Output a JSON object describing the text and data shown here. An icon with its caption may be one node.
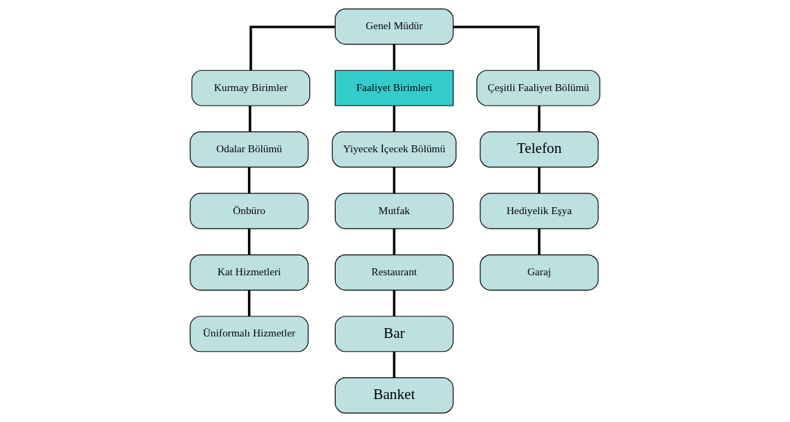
{
  "diagram": {
    "nodes": [
      {
        "text": [
          "Genel Müdür"
        ]
      },
      {
        "text": [
          "Kurmay Birimler"
        ]
      },
      {
        "text": [
          "Faaliyet Birimleri"
        ]
      },
      {
        "text": [
          "Odalar Bölümü"
        ]
      },
      {
        "text": [
          "Çeşitli Faaliyet Bölümü"
        ]
      },
      {
        "text": [
          "Yiyecek İçecek Bölümü"
        ]
      },
      {
        "text": [
          "Önbüro"
        ]
      },
      {
        "text": [
          "Telefon"
        ]
      },
      {
        "text": [
          "Mutfak"
        ]
      },
      {
        "text": [
          "Kat Hizmetleri"
        ]
      },
      {
        "text": [
          "Hediyelik Eşya"
        ]
      },
      {
        "text": [
          "Restaurant"
        ]
      },
      {
        "text": [
          "Üniformalı Hizmetler"
        ]
      },
      {
        "text": [
          "Garaj"
        ]
      },
      {
        "text": [
          "Bar"
        ]
      },
      {
        "text": [
          "Banket"
        ]
      }
    ],
    "edges": [
      {
        "from": 0,
        "to": 1,
        "arrow": "none"
      },
      {
        "from": 0,
        "to": 2,
        "arrow": "none"
      },
      {
        "from": 0,
        "to": 4,
        "arrow": "none"
      },
      {
        "from": 1,
        "to": 3,
        "arrow": "none"
      },
      {
        "from": 2,
        "to": 5,
        "arrow": "none"
      },
      {
        "from": 3,
        "to": 6,
        "arrow": "none"
      },
      {
        "from": 6,
        "to": 9,
        "arrow": "none"
      },
      {
        "from": 9,
        "to": 12,
        "arrow": "none"
      },
      {
        "from": 4,
        "to": 7,
        "arrow": "none"
      },
      {
        "from": 7,
        "to": 10,
        "arrow": "none"
      },
      {
        "from": 10,
        "to": 13,
        "arrow": "none"
      },
      {
        "from": 5,
        "to": 8,
        "arrow": "none"
      },
      {
        "from": 8,
        "to": 11,
        "arrow": "none"
      },
      {
        "from": 11,
        "to": 14,
        "arrow": "none"
      },
      {
        "from": 14,
        "to": 15,
        "arrow": "none"
      }
    ]
  }
}
